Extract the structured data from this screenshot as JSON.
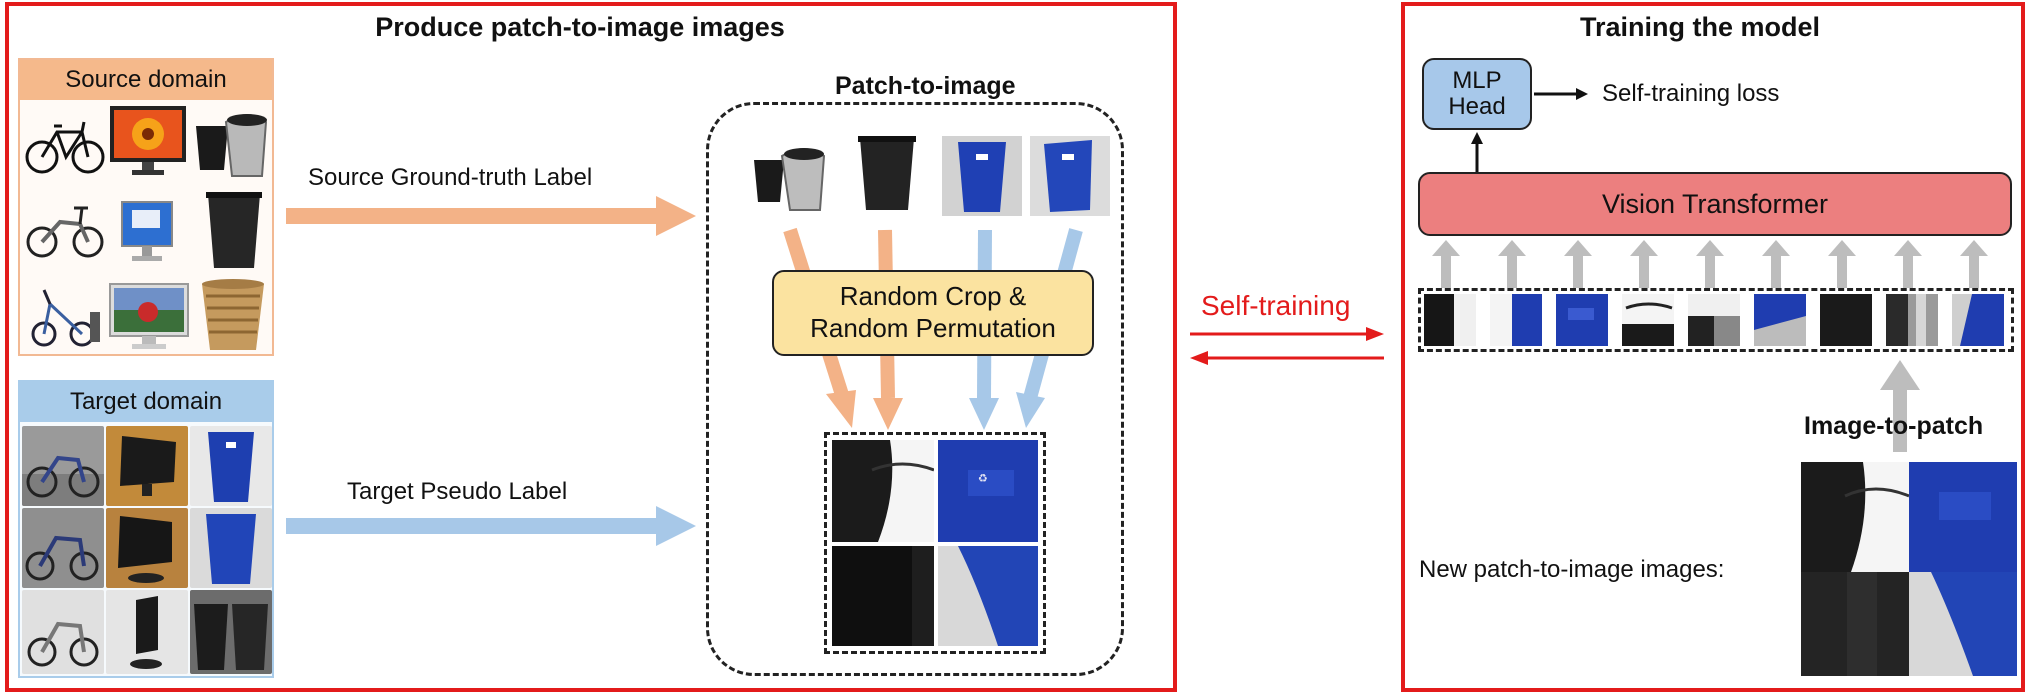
{
  "left_panel": {
    "title": "Produce patch-to-image images"
  },
  "source_domain": {
    "title": "Source domain",
    "color": "#f5b98b"
  },
  "target_domain": {
    "title": "Target domain",
    "color": "#a9ccea"
  },
  "arrows": {
    "source_label": "Source Ground-truth Label",
    "target_label": "Target Pseudo Label",
    "self_training": "Self-training"
  },
  "patch_to_image": {
    "title": "Patch-to-image",
    "process": "Random Crop & Random Permutation"
  },
  "right_panel": {
    "title": "Training the model",
    "mlp_head": "MLP Head",
    "loss": "Self-training loss",
    "transformer": "Vision Transformer",
    "image_to_patch": "Image-to-patch",
    "new_images": "New patch-to-image images:"
  },
  "colors": {
    "frame": "#e31b1b",
    "orange_arrow": "#f3b287",
    "blue_arrow": "#a7c8e8",
    "process_box": "#fbe3a0",
    "transformer": "#ec7f7f",
    "mlp": "#a7c8ea",
    "gray_arrow": "#bdbdbd"
  },
  "icons": [
    "bicycle-icon",
    "monitor-icon",
    "trash-bin-icon",
    "patch-thumbnail"
  ]
}
